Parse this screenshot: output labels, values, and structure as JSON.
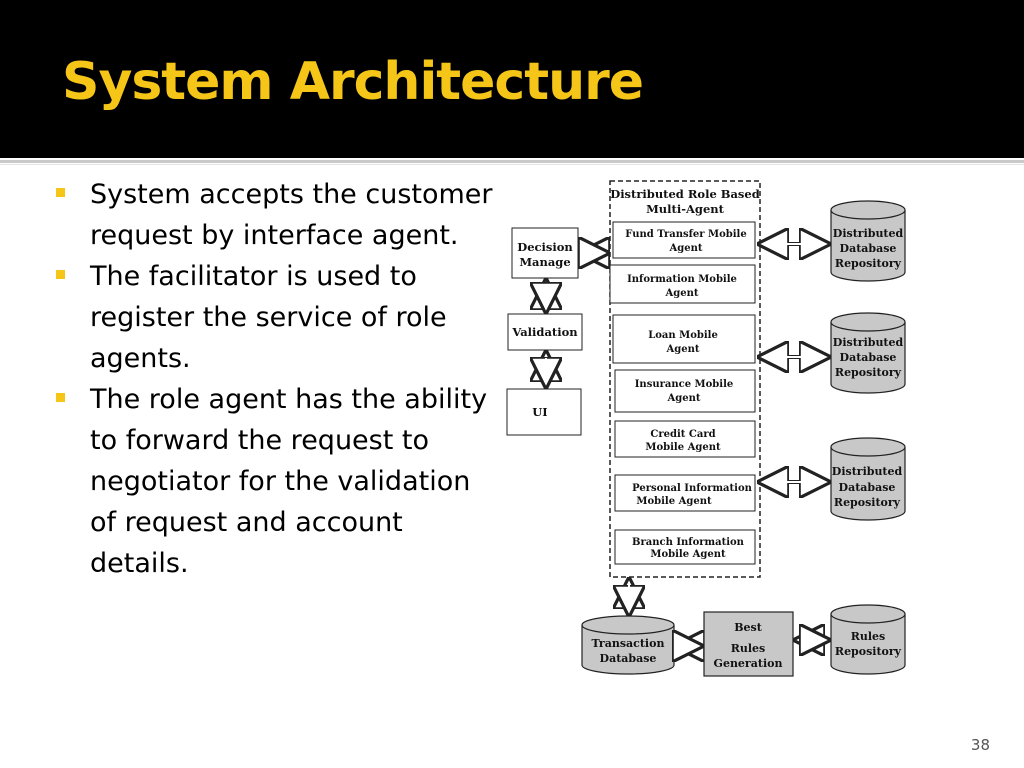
{
  "slide": {
    "title": "System Architecture",
    "page_number": "38",
    "accent_color": "#f5c518",
    "header_color": "#000000",
    "bullets": [
      "System accepts the customer request by interface agent.",
      "The facilitator is used to register the service of role agents.",
      "The role agent has the ability to forward the request to negotiator for the validation of request and account details."
    ]
  },
  "diagram": {
    "left_boxes": [
      {
        "id": "decision",
        "lines": [
          "Decision",
          "Manage"
        ]
      },
      {
        "id": "validation",
        "lines": [
          "Validation"
        ]
      },
      {
        "id": "ui",
        "lines": [
          "UI"
        ]
      }
    ],
    "container": {
      "lines": [
        "Distributed Role Based",
        "Multi-Agent"
      ]
    },
    "agents": [
      {
        "id": "fund-transfer",
        "lines": [
          "Fund Transfer Mobile",
          "Agent"
        ]
      },
      {
        "id": "information",
        "lines": [
          "Information Mobile",
          "Agent"
        ]
      },
      {
        "id": "loan",
        "lines": [
          "Loan Mobile",
          "Agent"
        ]
      },
      {
        "id": "insurance",
        "lines": [
          "Insurance Mobile",
          "Agent"
        ]
      },
      {
        "id": "credit-card",
        "lines": [
          "Credit Card",
          "Mobile Agent"
        ]
      },
      {
        "id": "personal-information",
        "lines": [
          "Personal Information",
          "Mobile Agent"
        ]
      },
      {
        "id": "branch-information",
        "lines": [
          "Branch Information",
          "Mobile Agent"
        ]
      }
    ],
    "repositories": [
      {
        "id": "repo-1",
        "lines": [
          "Distributed",
          "Database",
          "Repository"
        ]
      },
      {
        "id": "repo-2",
        "lines": [
          "Distributed",
          "Database",
          "Repository"
        ]
      },
      {
        "id": "repo-3",
        "lines": [
          "Distributed",
          "Database",
          "Repository"
        ]
      }
    ],
    "bottom": {
      "transaction_db": {
        "lines": [
          "Transaction",
          "Database"
        ]
      },
      "rules_generation": {
        "lines": [
          "Best",
          "Rules",
          "Generation"
        ]
      },
      "rules_repository": {
        "lines": [
          "Rules",
          "Repository"
        ]
      }
    },
    "fill_gray": "#c8c8c8"
  }
}
